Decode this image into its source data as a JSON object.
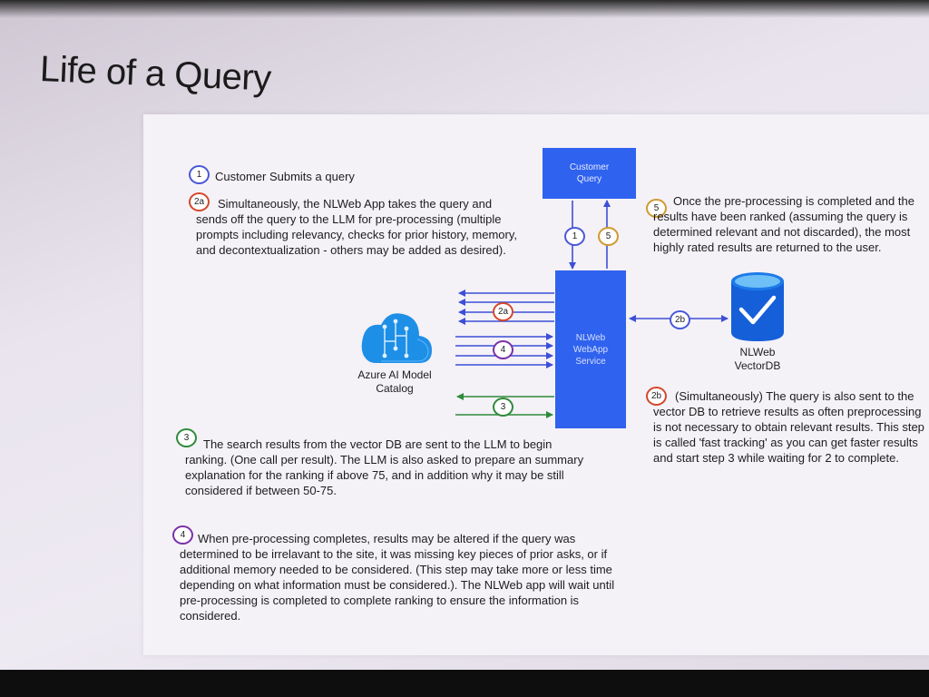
{
  "slide": {
    "title": "Life of a Query"
  },
  "steps": {
    "s1": {
      "badge": "1",
      "text": "Customer Submits a query"
    },
    "s2a": {
      "badge": "2a",
      "text": "Simultaneously, the NLWeb App takes the query and sends off the query to the LLM for pre-processing (multiple prompts including relevancy, checks for prior history, memory, and decontextualization - others may be added as desired)."
    },
    "s5": {
      "badge": "5",
      "text": "Once the pre-processing is completed and the results have been ranked (assuming the query is determined relevant and not discarded), the most highly rated results are returned to the user."
    },
    "s2b": {
      "badge": "2b",
      "text": "(Simultaneously) The query is also sent to the vector DB to retrieve results as often preprocessing is not necessary to obtain relevant results. This step is called 'fast tracking' as you can get faster results and start step 3 while waiting for 2 to complete."
    },
    "s3": {
      "badge": "3",
      "text": "The search results from the vector DB are sent to the LLM to begin ranking.  (One call per result).  The LLM is also asked to prepare an summary explanation for the ranking if above 75, and in addition why it may be still considered  if between 50-75."
    },
    "s4": {
      "badge": "4",
      "text": "When pre-processing completes, results may be altered if the query was determined to be irrelavant to the site, it was missing key pieces of prior asks, or if additional memory needed to be considered. (This step may take more or less time depending on what information must be considered.). The NLWeb app will wait until pre-processing is completed to complete ranking to ensure the information is considered."
    }
  },
  "diagram": {
    "customer_query": "Customer Query",
    "webapp": "NLWeb WebApp Service",
    "vectordb_label": "NLWeb VectorDB",
    "azure_label": "Azure AI Model Catalog",
    "arrow_badges": {
      "down": "1",
      "up": "5",
      "llm_out": "2a",
      "llm_in": "4",
      "search": "3",
      "db": "2b"
    }
  },
  "colors": {
    "box_blue": "#2f62ee",
    "arrow_blue": "#3d4fd6",
    "arrow_green": "#2f8a3a",
    "badge_blue": "#4a58d8",
    "badge_red": "#d4482a",
    "badge_green": "#2f8a3a",
    "badge_purple": "#7a2fa8",
    "badge_orange": "#d09a30"
  },
  "icons": {
    "azure": "azure-ai-cloud-icon",
    "database": "vector-database-icon"
  }
}
